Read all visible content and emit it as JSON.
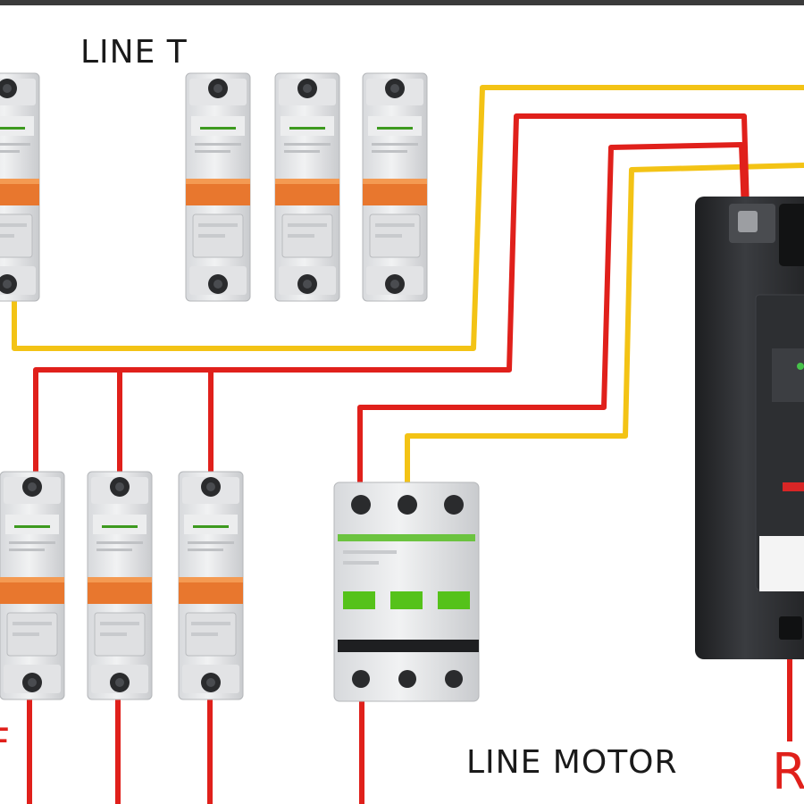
{
  "labels": {
    "line_t": "LINE T",
    "line_motor": "LINE MOTOR",
    "right_partial": "R",
    "left_partial": "F"
  },
  "components": {
    "top_breakers": [
      {
        "id": "top-breaker-1",
        "poles": 1,
        "brand_color": "#7ab800",
        "handle_color": "#e8772e"
      },
      {
        "id": "top-breaker-2",
        "poles": 1,
        "brand_color": "#7ab800",
        "handle_color": "#e8772e"
      },
      {
        "id": "top-breaker-3",
        "poles": 1,
        "brand_color": "#7ab800",
        "handle_color": "#e8772e"
      },
      {
        "id": "top-breaker-4",
        "poles": 1,
        "brand_color": "#7ab800",
        "handle_color": "#e8772e"
      }
    ],
    "bottom_breakers": [
      {
        "id": "bottom-breaker-1",
        "poles": 1
      },
      {
        "id": "bottom-breaker-2",
        "poles": 1
      },
      {
        "id": "bottom-breaker-3",
        "poles": 1
      }
    ],
    "motor_breaker": {
      "id": "motor-breaker-3-pole",
      "poles": 3,
      "handle_color": "#55c21a"
    },
    "main_breaker": {
      "id": "main-mccb",
      "color": "#2b2d30"
    }
  },
  "wires": {
    "red_color": "#e0201b",
    "yellow_color": "#f3c315"
  }
}
